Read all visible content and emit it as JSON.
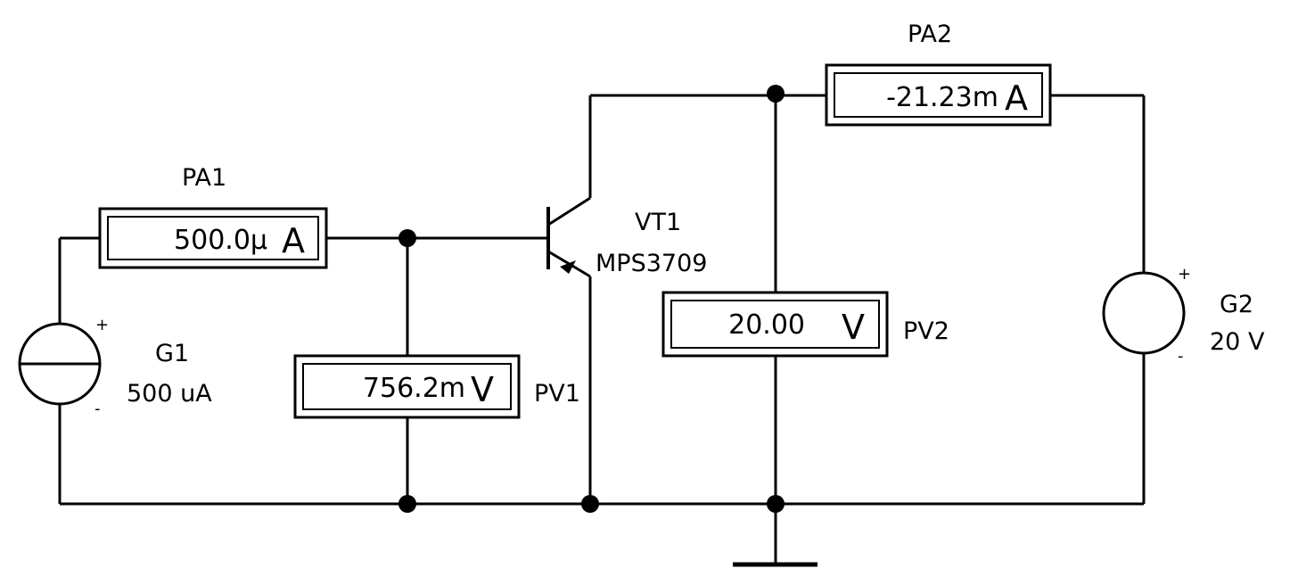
{
  "circuit": {
    "PA1": {
      "name": "PA1",
      "value": "500.0μ",
      "unit": "A"
    },
    "PA2": {
      "name": "PA2",
      "value": "-21.23m",
      "unit": "A"
    },
    "PV1": {
      "name": "PV1",
      "value": "756.2m",
      "unit": "V"
    },
    "PV2": {
      "name": "PV2",
      "value": "20.00",
      "unit": "V"
    },
    "G1": {
      "name": "G1",
      "value": "500 uA",
      "plus": "+",
      "minus": "-"
    },
    "G2": {
      "name": "G2",
      "value": "20 V",
      "plus": "+",
      "minus": "-"
    },
    "VT1": {
      "name": "VT1",
      "model": "MPS3709"
    }
  }
}
